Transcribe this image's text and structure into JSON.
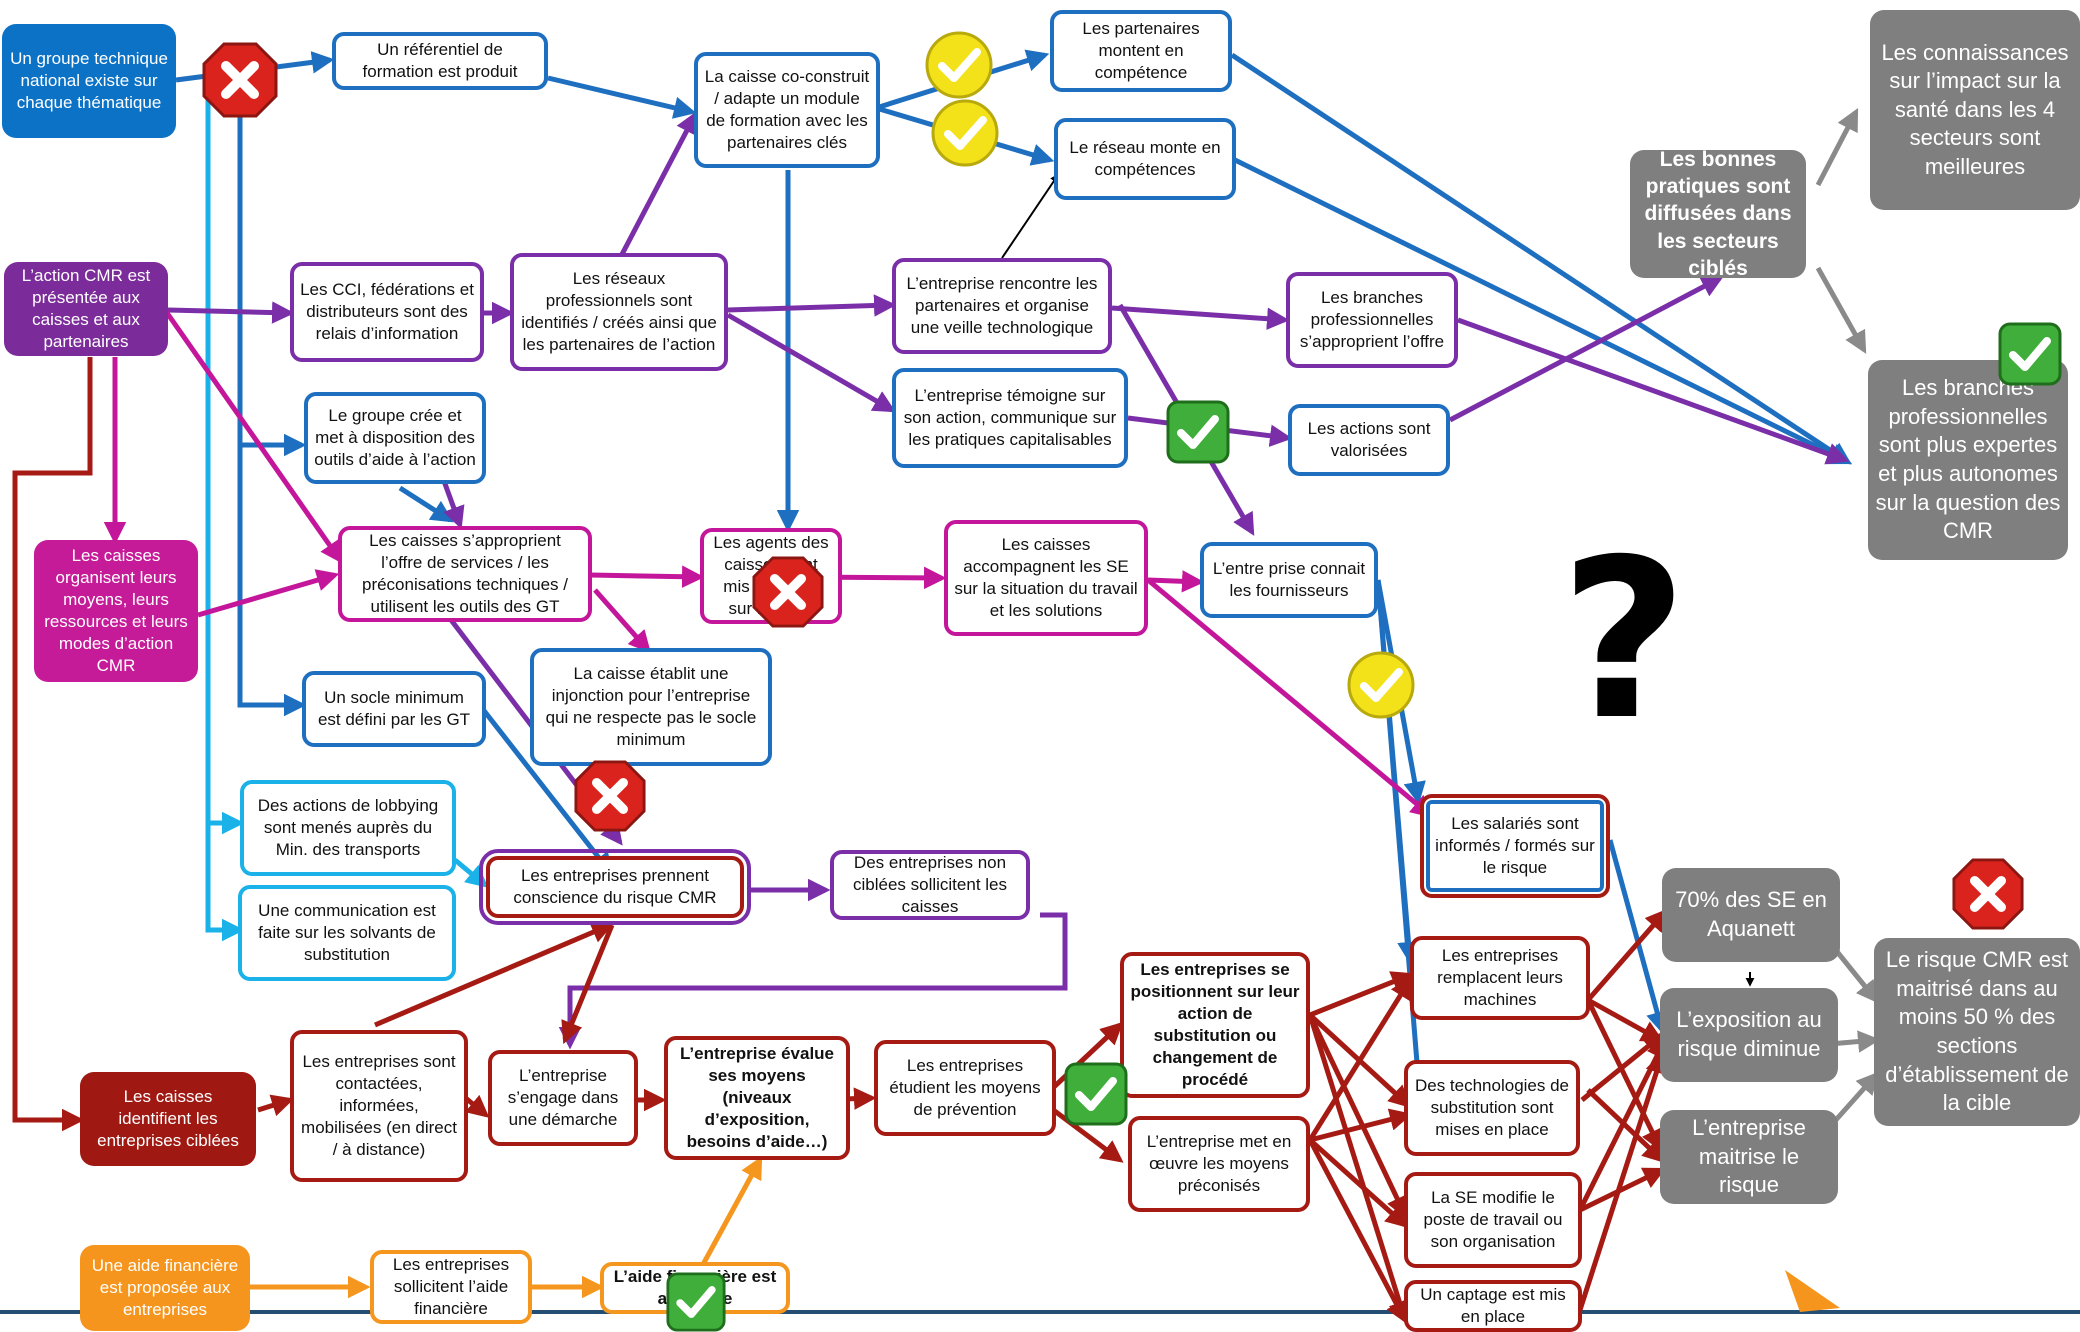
{
  "diagram": {
    "nodes": {
      "n1": "Un groupe technique national existe sur chaque thématique",
      "n2": "Un référentiel de formation est produit",
      "n3": "La caisse co-construit / adapte un module de formation avec les partenaires clés",
      "n4": "Les partenaires montent en compétence",
      "n5": "Le réseau monte en compétences",
      "n6": "Les connaissances sur l’impact sur la santé dans les 4 secteurs sont meilleures",
      "n7": "Les bonnes pratiques sont diffusées dans les secteurs ciblés",
      "n8": "L’action CMR est présentée aux caisses et aux partenaires",
      "n9": "Les CCI, fédérations et distributeurs sont des relais d’information",
      "n10": "Les réseaux professionnels sont identifiés / créés ainsi que les partenaires de l’action",
      "n11": "L’entreprise rencontre les partenaires et organise une veille technologique",
      "n12": "Les branches professionnelles s’approprient l’offre",
      "n13": "Les branches professionnelles sont plus expertes et plus autonomes sur la question des CMR",
      "n14": "Le groupe crée et met à disposition des outils d’aide à l’action",
      "n15": "L’entreprise témoigne sur son action, communique sur les pratiques capitalisables",
      "n16": "Les actions sont valorisées",
      "n17": "Les caisses organisent leurs moyens, leurs ressources et leurs modes d’action CMR",
      "n18": "Les caisses s’approprient l’offre de services / les préconisations techniques / utilisent les outils des GT",
      "n19": "Les agents des caisses sont mis à niveau sur le CMR",
      "n20": "Les caisses accompagnent les SE sur la situation du travail et les solutions",
      "n21": "L’entre prise connait les fournisseurs",
      "n22": "Un socle minimum est défini par les GT",
      "n23": "La caisse établit une injonction pour l’entreprise qui ne respecte pas le socle minimum",
      "n24": "Des actions de lobbying sont menés auprès du Min. des transports",
      "n25": "Une communication est faite sur les solvants de substitution",
      "n26": "Les entreprises prennent conscience du risque CMR",
      "n27": "Des entreprises non ciblées sollicitent les caisses",
      "n28": "Les salariés sont informés / formés sur le risque",
      "n29": "70% des SE en Aquanett",
      "n30": "Le risque CMR est maitrisé dans au moins 50 % des sections d’établissement de la cible",
      "n31": "Les entreprises remplacent leurs machines",
      "n32": "L’exposition au risque diminue",
      "n33": "Les caisses identifient les entreprises ciblées",
      "n34": "Les entreprises sont contactées, informées, mobilisées (en direct / à distance)",
      "n35": "L’entreprise s’engage dans une démarche",
      "n36": "L’entreprise évalue ses moyens (niveaux d’exposition, besoins d’aide…)",
      "n37": "Les entreprises étudient les moyens de prévention",
      "n38": "Les entreprises se positionnent sur leur action de substitution ou changement de procédé",
      "n39": "L’entreprise met en œuvre les moyens préconisés",
      "n40": "Des technologies de substitution sont mises en place",
      "n41": "L’entreprise maitrise le risque",
      "n42": "La SE modifie le poste de travail ou son organisation",
      "n43": "Une aide financière est proposée aux entreprises",
      "n44": "Les entreprises sollicitent l’aide financière",
      "n45": "L’aide financière est accordée",
      "n46": "Un captage est mis en place"
    },
    "question_mark": "?",
    "colors": {
      "blue": "#1e6fc0",
      "light_blue": "#1ab2e8",
      "purple": "#7a2fa8",
      "magenta": "#c4169a",
      "dark_red": "#a51b14",
      "orange": "#f5961e",
      "grey": "#7f7f7f"
    },
    "badges": [
      "red-cross-icon",
      "yellow-check-icon",
      "green-check-icon"
    ]
  }
}
